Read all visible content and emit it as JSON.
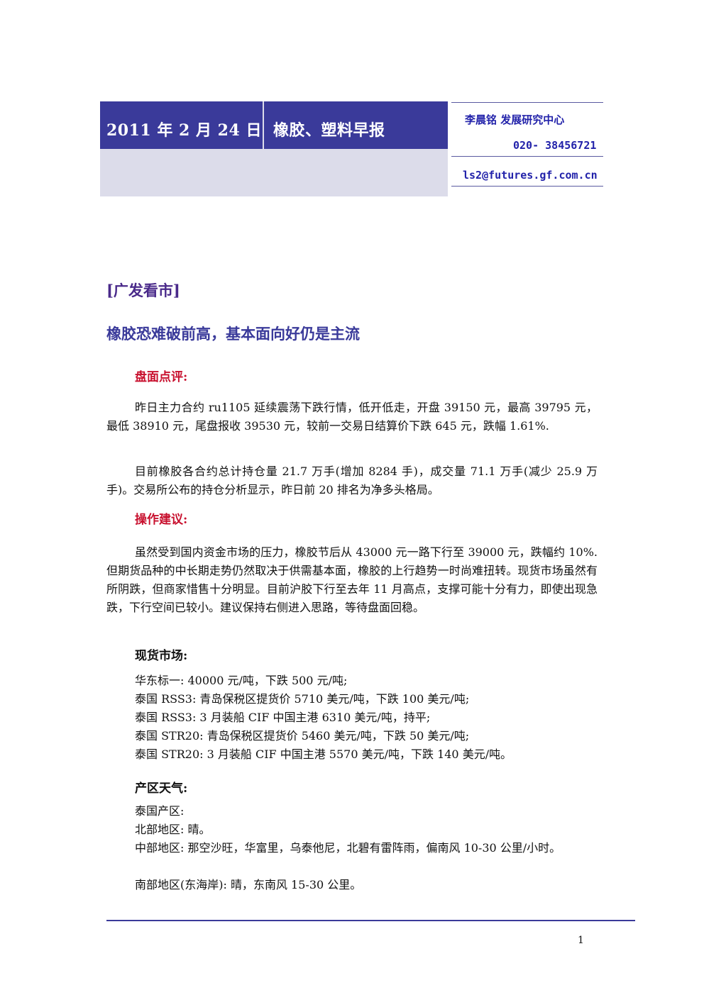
{
  "header": {
    "date": "2011 年 2 月 24 日",
    "title": "橡胶、塑料早报",
    "author_dept": "李晨铭  发展研究中心",
    "phone": "020- 38456721",
    "email": "ls2@futures.gf.com.cn"
  },
  "section_tag": "[广发看市]",
  "headline": "橡胶恐难破前高，基本面向好仍是主流",
  "market_review": {
    "heading": "盘面点评:",
    "paragraphs": [
      "昨日主力合约 ru1105 延续震荡下跌行情，低开低走，开盘 39150 元，最高 39795 元，最低 38910 元，尾盘报收 39530 元，较前一交易日结算价下跌 645 元，跌幅 1.61%.",
      "目前橡胶各合约总计持仓量 21.7 万手(增加 8284 手)，成交量 71.1 万手(减少 25.9 万手)。交易所公布的持仓分析显示，昨日前 20 排名为净多头格局。"
    ]
  },
  "advice": {
    "heading": "操作建议:",
    "paragraph": "虽然受到国内资金市场的压力，橡胶节后从 43000 元一路下行至 39000 元，跌幅约 10%.但期货品种的中长期走势仍然取决于供需基本面，橡胶的上行趋势一时尚难扭转。现货市场虽然有所阴跌，但商家惜售十分明显。目前沪胶下行至去年 11 月高点，支撑可能十分有力，即使出现急跌，下行空间已较小。建议保持右侧进入思路，等待盘面回稳。"
  },
  "spot_market": {
    "heading": "现货市场:",
    "lines": [
      "华东标一: 40000 元/吨，下跌 500 元/吨;",
      "泰国 RSS3: 青岛保税区提货价 5710 美元/吨，下跌 100 美元/吨;",
      "泰国 RSS3: 3 月装船 CIF 中国主港 6310 美元/吨，持平;",
      "泰国 STR20: 青岛保税区提货价 5460 美元/吨，下跌 50 美元/吨;",
      "泰国 STR20: 3 月装船 CIF 中国主港 5570 美元/吨，下跌 140 美元/吨。"
    ]
  },
  "weather": {
    "heading": "产区天气:",
    "line1": "泰国产区:",
    "line2": "北部地区: 晴。",
    "line3_para": "中部地区: 那空沙旺，华富里，乌泰他尼，北碧有雷阵雨，偏南风 10-30 公里/小时。",
    "line4": "南部地区(东海岸): 晴，东南风 15-30 公里。"
  },
  "footer": {
    "page_number": "1"
  },
  "colors": {
    "banner_dark": "#3a3a9a",
    "banner_light": "#dcdcea",
    "accent_red": "#c8102e",
    "accent_blue": "#2222aa"
  }
}
